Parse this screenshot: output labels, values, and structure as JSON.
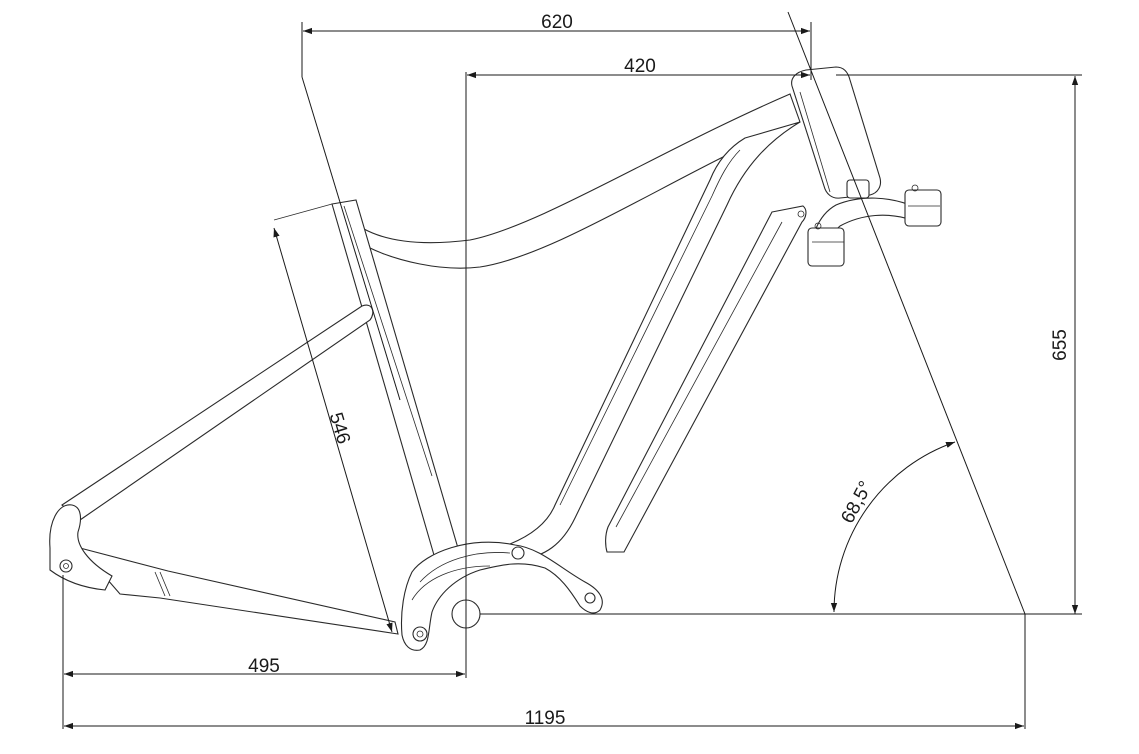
{
  "dimensions": {
    "top_length": "620",
    "reach": "420",
    "seat_tube": "546",
    "chainstay": "495",
    "wheelbase": "1195",
    "stack": "655",
    "head_angle": "68,5°"
  },
  "colors": {
    "line": "#1a1a1a",
    "background": "#ffffff"
  }
}
